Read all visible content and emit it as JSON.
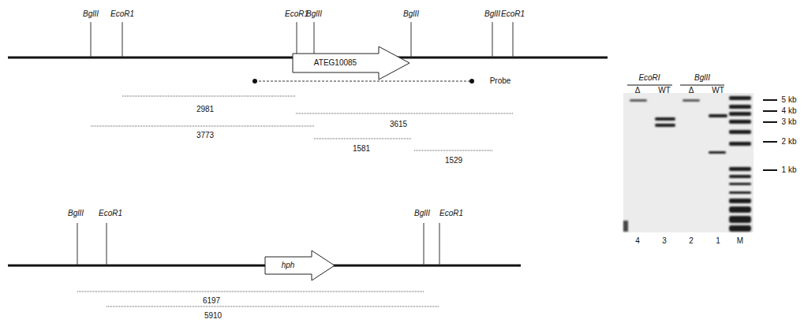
{
  "diagram": {
    "nodes": [
      {
        "text": [
          "ATEG10085"
        ]
      },
      {
        "text": [
          "hph"
        ]
      }
    ],
    "labels": [
      "BglII",
      "EcoR1",
      "EcoR1",
      "BglII",
      "BglII",
      "BglII",
      "EcoR1",
      "Probe",
      "2981",
      "3615",
      "3773",
      "1581",
      "1529",
      "BglII",
      "EcoR1",
      "BglII",
      "EcoR1",
      "6197",
      "5910",
      "EcoRI",
      "BglII",
      "Δ",
      "WT",
      "Δ",
      "WT",
      "5 kb",
      "4 kb",
      "3 kb",
      "2 kb",
      "1 kb",
      "4",
      "3",
      "2",
      "1",
      "M"
    ]
  }
}
